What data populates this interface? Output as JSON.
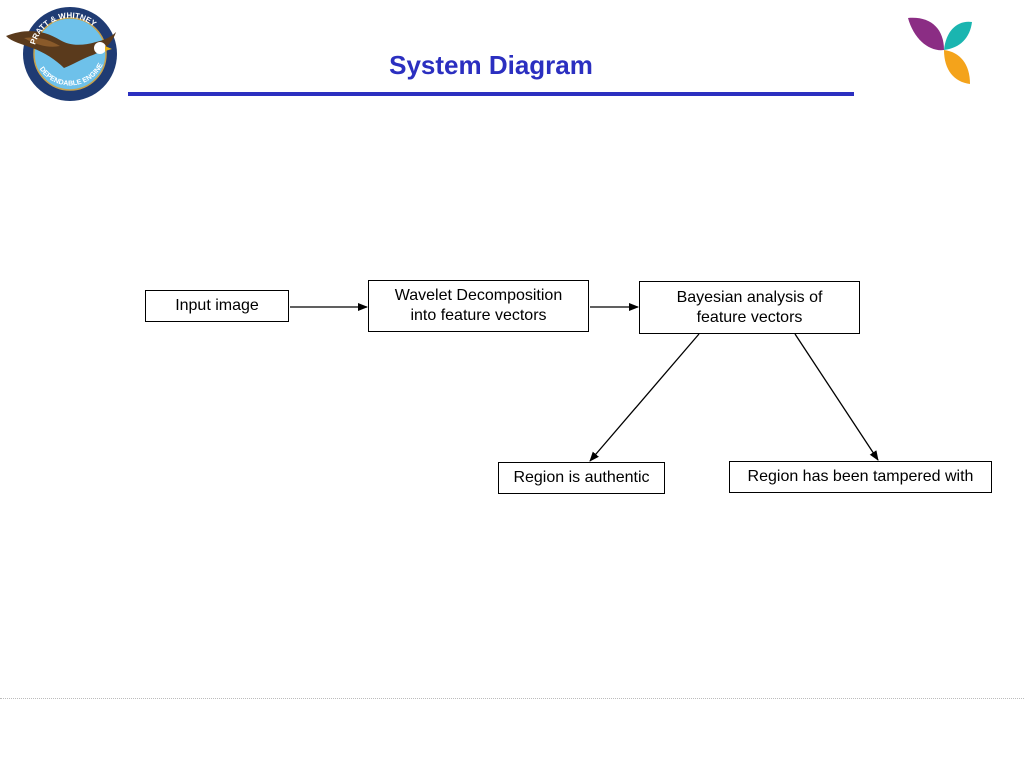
{
  "slide": {
    "title": "System Diagram"
  },
  "logos": {
    "left": {
      "name": "pratt-whitney-eagle-logo",
      "text": "PRATT & WHITNEY · DEPENDABLE ENGINES",
      "colors": {
        "ring": "#1f3b73",
        "sky": "#6ec1ea",
        "eagle": "#5a3a1c"
      }
    },
    "right": {
      "name": "corner-logo",
      "colors": {
        "purple": "#8b2d84",
        "teal": "#1ab5b0",
        "orange": "#f4a31b"
      }
    }
  },
  "diagram": {
    "nodes": [
      {
        "id": "input",
        "label": "Input image"
      },
      {
        "id": "wavelet",
        "label": "Wavelet Decomposition into feature vectors"
      },
      {
        "id": "bayes",
        "label": "Bayesian analysis of feature vectors"
      },
      {
        "id": "authentic",
        "label": "Region is authentic"
      },
      {
        "id": "tampered",
        "label": "Region has been tampered with"
      }
    ],
    "edges": [
      {
        "from": "input",
        "to": "wavelet"
      },
      {
        "from": "wavelet",
        "to": "bayes"
      },
      {
        "from": "bayes",
        "to": "authentic"
      },
      {
        "from": "bayes",
        "to": "tampered"
      }
    ]
  },
  "colors": {
    "title": "#2b2fc0",
    "box_border": "#000000",
    "footer_rule": "#bcbcbc"
  }
}
